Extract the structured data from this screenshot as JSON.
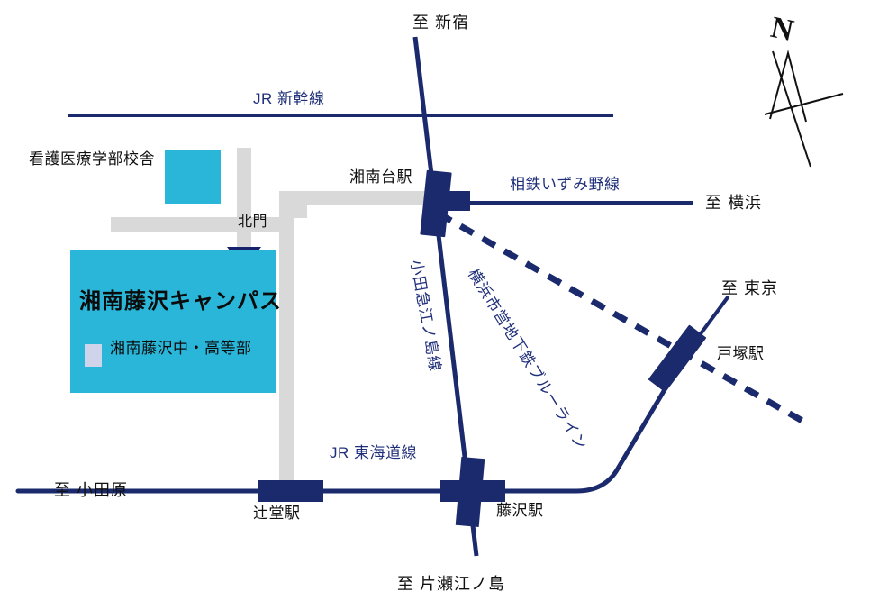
{
  "map": {
    "title": "Shonan Fujisawa Campus Access Map",
    "colors": {
      "rail_navy": "#1a2a6c",
      "campus_cyan": "#29b6d8",
      "road_gray": "#d9d9d9",
      "label_navy": "#1f2f7a",
      "label_black": "#111111",
      "school_swatch": "#cfd4ea"
    },
    "rail_lines": [
      {
        "id": "jr-shinkansen",
        "label": "JR 新幹線"
      },
      {
        "id": "sotetsu-izumino",
        "label": "相鉄いずみ野線"
      },
      {
        "id": "odakyu-enoshima",
        "label": "小田急江ノ島線"
      },
      {
        "id": "yokohama-subway-blue",
        "label": "横浜市営地下鉄ブルーライン"
      },
      {
        "id": "jr-tokaido",
        "label": "JR 東海道線"
      }
    ],
    "stations": [
      {
        "id": "shonandai",
        "label": "湘南台駅"
      },
      {
        "id": "totsuka",
        "label": "戸塚駅"
      },
      {
        "id": "tsujido",
        "label": "辻堂駅"
      },
      {
        "id": "fujisawa",
        "label": "藤沢駅"
      }
    ],
    "destinations": [
      {
        "id": "to-shinjuku",
        "label": "至 新宿"
      },
      {
        "id": "to-yokohama",
        "label": "至 横浜"
      },
      {
        "id": "to-tokyo",
        "label": "至 東京"
      },
      {
        "id": "to-odawara",
        "label": "至 小田原"
      },
      {
        "id": "to-katase-enoshima",
        "label": "至 片瀬江ノ島"
      }
    ],
    "places": [
      {
        "id": "nursing-building",
        "label": "看護医療学部校舎"
      },
      {
        "id": "north-gate",
        "label": "北門"
      }
    ],
    "campus": {
      "title": "湘南藤沢キャンパス",
      "school_label": "湘南藤沢中・高等部"
    },
    "compass": {
      "label": "N"
    }
  }
}
